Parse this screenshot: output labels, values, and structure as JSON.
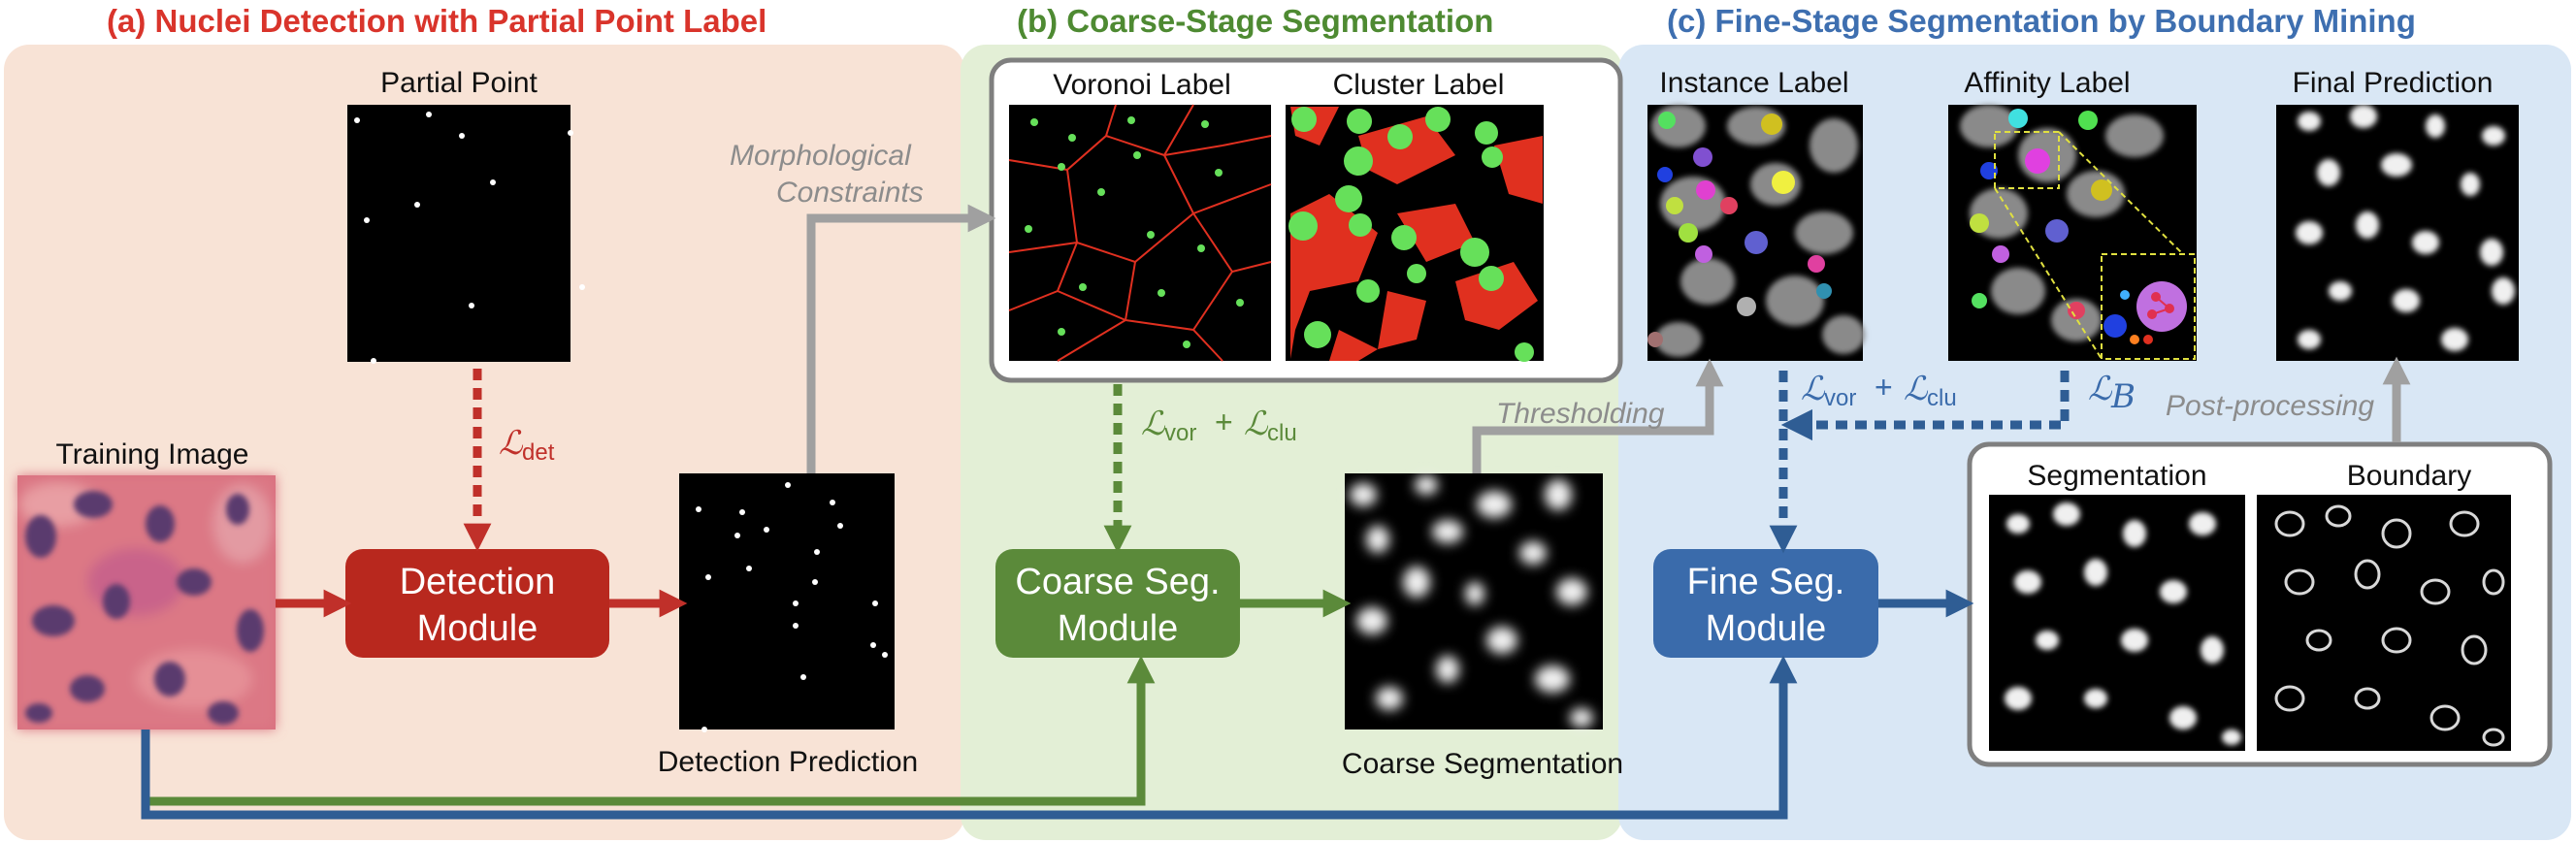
{
  "colors": {
    "panel_a": "#f8e3d6",
    "panel_b": "#e3efd6",
    "panel_c": "#d9e7f5",
    "title_a": "#d9342b",
    "title_b": "#4e8a32",
    "title_c": "#3e6fb0",
    "detection_module": "#b8281e",
    "coarse_module": "#5b8a3a",
    "fine_module": "#3a6bab",
    "arrow_red": "#c0302a",
    "arrow_green": "#5b8a3a",
    "arrow_blue": "#2f5d94",
    "arrow_gray": "#a0a0a0",
    "green_dot": "#66e05a",
    "red_line": "#e03020"
  },
  "sections": {
    "a_title": "(a) Nuclei Detection with Partial Point Label",
    "b_title": "(b) Coarse-Stage Segmentation",
    "c_title": "(c) Fine-Stage Segmentation by Boundary Mining"
  },
  "images": {
    "partial_point": "Partial Point",
    "training_image": "Training Image",
    "detection_prediction": "Detection Prediction",
    "voronoi_label": "Voronoi Label",
    "cluster_label": "Cluster Label",
    "coarse_segmentation": "Coarse Segmentation",
    "instance_label": "Instance Label",
    "affinity_label": "Affinity Label",
    "final_prediction": "Final Prediction",
    "segmentation": "Segmentation",
    "boundary": "Boundary"
  },
  "modules": {
    "detection_line1": "Detection",
    "detection_line2": "Module",
    "coarse_line1": "Coarse Seg.",
    "coarse_line2": "Module",
    "fine_line1": "Fine Seg.",
    "fine_line2": "Module"
  },
  "annotations": {
    "morph_line1": "Morphological",
    "morph_line2": "Constraints",
    "thresholding": "Thresholding",
    "post_processing": "Post-processing"
  },
  "losses": {
    "script_L": "ℒ",
    "det_sub": "det",
    "vor_sub": "vor",
    "clu_sub": "clu",
    "plus": "+",
    "b_sub": "B"
  }
}
